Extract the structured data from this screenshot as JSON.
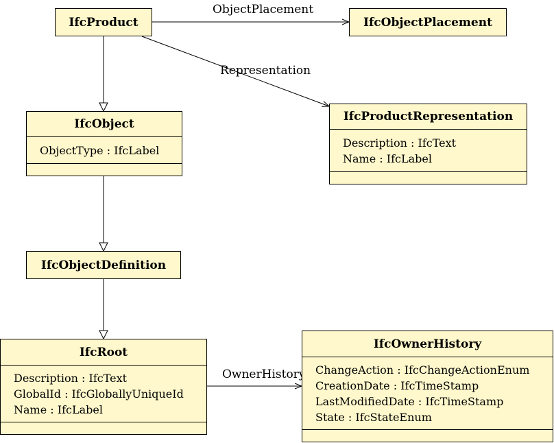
{
  "classes": {
    "product": {
      "name": "IfcProduct"
    },
    "object_placement": {
      "name": "IfcObjectPlacement"
    },
    "product_representation": {
      "name": "IfcProductRepresentation",
      "attributes": [
        "Description : IfcText",
        "Name : IfcLabel"
      ]
    },
    "object": {
      "name": "IfcObject",
      "attributes": [
        "ObjectType : IfcLabel"
      ]
    },
    "object_definition": {
      "name": "IfcObjectDefinition"
    },
    "root": {
      "name": "IfcRoot",
      "attributes": [
        "Description : IfcText",
        "GlobalId : IfcGloballyUniqueId",
        "Name : IfcLabel"
      ]
    },
    "owner_history": {
      "name": "IfcOwnerHistory",
      "attributes": [
        "ChangeAction : IfcChangeActionEnum",
        "CreationDate : IfcTimeStamp",
        "LastModifiedDate : IfcTimeStamp",
        "State : IfcStateEnum"
      ]
    }
  },
  "associations": {
    "object_placement": "ObjectPlacement",
    "representation": "Representation",
    "owner_history": "OwnerHistory"
  },
  "colors": {
    "class_fill": "#fff8cc",
    "line": "#000000"
  }
}
